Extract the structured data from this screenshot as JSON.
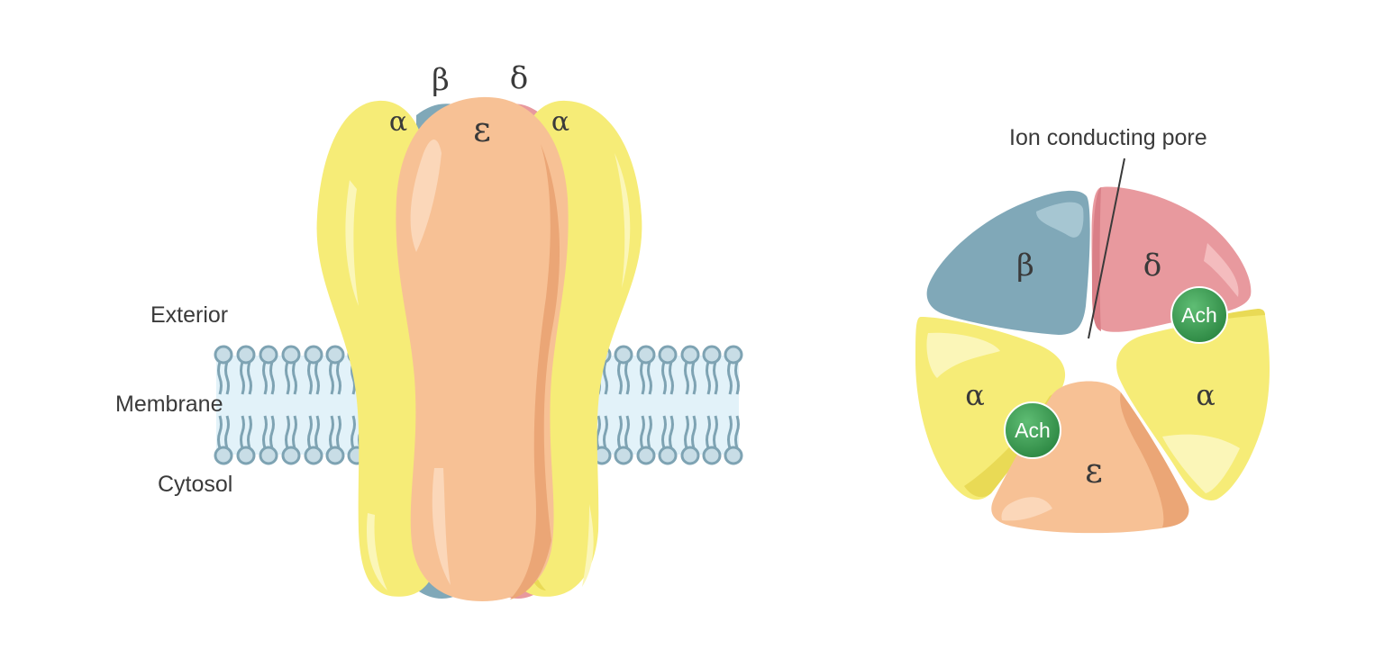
{
  "side_view": {
    "subunit_labels": {
      "beta": "β",
      "delta": "δ",
      "alpha_left": "α",
      "epsilon": "ε",
      "alpha_right": "α"
    },
    "region_labels": {
      "exterior": "Exterior",
      "membrane": "Membrane",
      "cytosol": "Cytosol"
    }
  },
  "top_view": {
    "pore_label": "Ion conducting pore",
    "subunit_labels": {
      "beta": "β",
      "delta": "δ",
      "alpha_left": "α",
      "alpha_right": "α",
      "epsilon": "ε"
    },
    "binding_site_labels": [
      "Ach",
      "Ach"
    ]
  },
  "colors": {
    "alpha": "#f6ec77",
    "alpha_highlight": "#fbf6b8",
    "alpha_shade": "#e9da55",
    "beta": "#80a8b8",
    "beta_highlight": "#a6c6d2",
    "delta": "#e8999e",
    "delta_highlight": "#f4bcbe",
    "epsilon": "#f7c195",
    "epsilon_shade": "#eba676",
    "epsilon_highlight": "#fbd7b9",
    "membrane_fill": "#e2f2f9",
    "lipid_head": "#c8dde6",
    "lipid_stroke": "#7ea3b3",
    "ach": "#3f9b56",
    "text": "#3a3a3a"
  }
}
